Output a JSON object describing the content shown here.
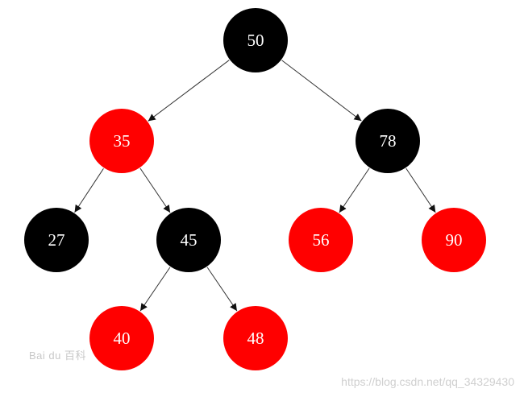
{
  "diagram": {
    "type": "red-black-tree",
    "colors": {
      "red": "#ff0000",
      "black": "#000000",
      "label": "#ffffff",
      "edge": "#333333"
    },
    "nodes": [
      {
        "id": "n50",
        "label": "50",
        "color": "black"
      },
      {
        "id": "n35",
        "label": "35",
        "color": "red"
      },
      {
        "id": "n78",
        "label": "78",
        "color": "black"
      },
      {
        "id": "n27",
        "label": "27",
        "color": "black"
      },
      {
        "id": "n45",
        "label": "45",
        "color": "black"
      },
      {
        "id": "n56",
        "label": "56",
        "color": "red"
      },
      {
        "id": "n90",
        "label": "90",
        "color": "red"
      },
      {
        "id": "n40",
        "label": "40",
        "color": "red"
      },
      {
        "id": "n48",
        "label": "48",
        "color": "red"
      }
    ],
    "edges": [
      {
        "from": "n50",
        "to": "n35"
      },
      {
        "from": "n50",
        "to": "n78"
      },
      {
        "from": "n35",
        "to": "n27"
      },
      {
        "from": "n35",
        "to": "n45"
      },
      {
        "from": "n78",
        "to": "n56"
      },
      {
        "from": "n78",
        "to": "n90"
      },
      {
        "from": "n45",
        "to": "n40"
      },
      {
        "from": "n45",
        "to": "n48"
      }
    ]
  },
  "watermarks": {
    "left": "Bai du 百科",
    "right": "https://blog.csdn.net/qq_34329430"
  }
}
